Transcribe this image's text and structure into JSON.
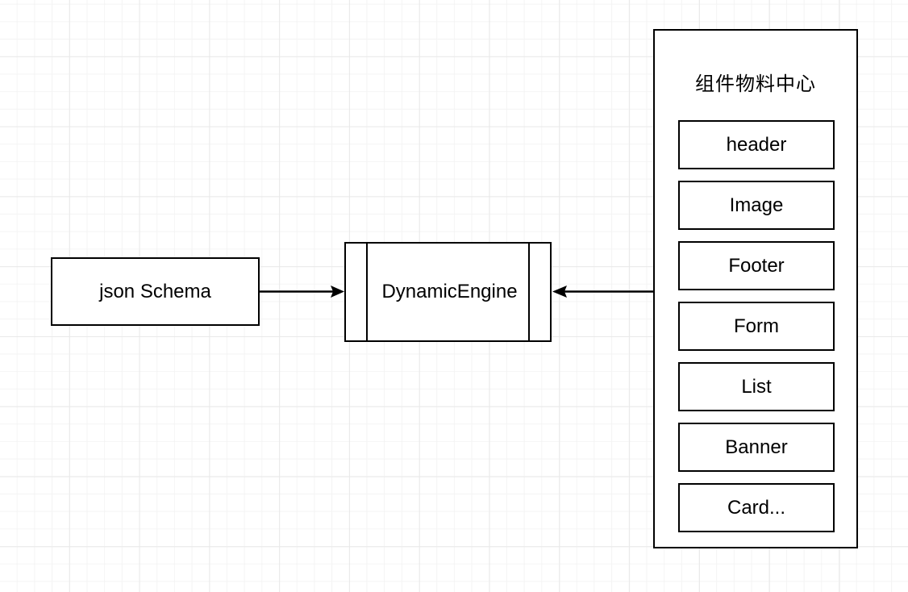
{
  "diagram": {
    "type": "flow-diagram",
    "background": {
      "grid": true,
      "minor_grid_color": "#f4f4f4",
      "major_grid_color": "#e9e9e9",
      "canvas_color": "#ffffff"
    },
    "nodes": {
      "json_schema": {
        "label": "json Schema",
        "shape": "rectangle"
      },
      "dynamic_engine": {
        "label": "DynamicEngine",
        "shape": "process"
      },
      "material_center": {
        "title": "组件物料中心",
        "shape": "container",
        "items": [
          {
            "label": "header"
          },
          {
            "label": "Image"
          },
          {
            "label": "Footer"
          },
          {
            "label": "Form"
          },
          {
            "label": "List"
          },
          {
            "label": "Banner"
          },
          {
            "label": "Card..."
          }
        ]
      }
    },
    "edges": [
      {
        "from": "json_schema",
        "to": "dynamic_engine",
        "direction": "right",
        "label": ""
      },
      {
        "from": "material_center",
        "to": "dynamic_engine",
        "direction": "left",
        "label": ""
      }
    ],
    "stroke_color": "#000000"
  }
}
